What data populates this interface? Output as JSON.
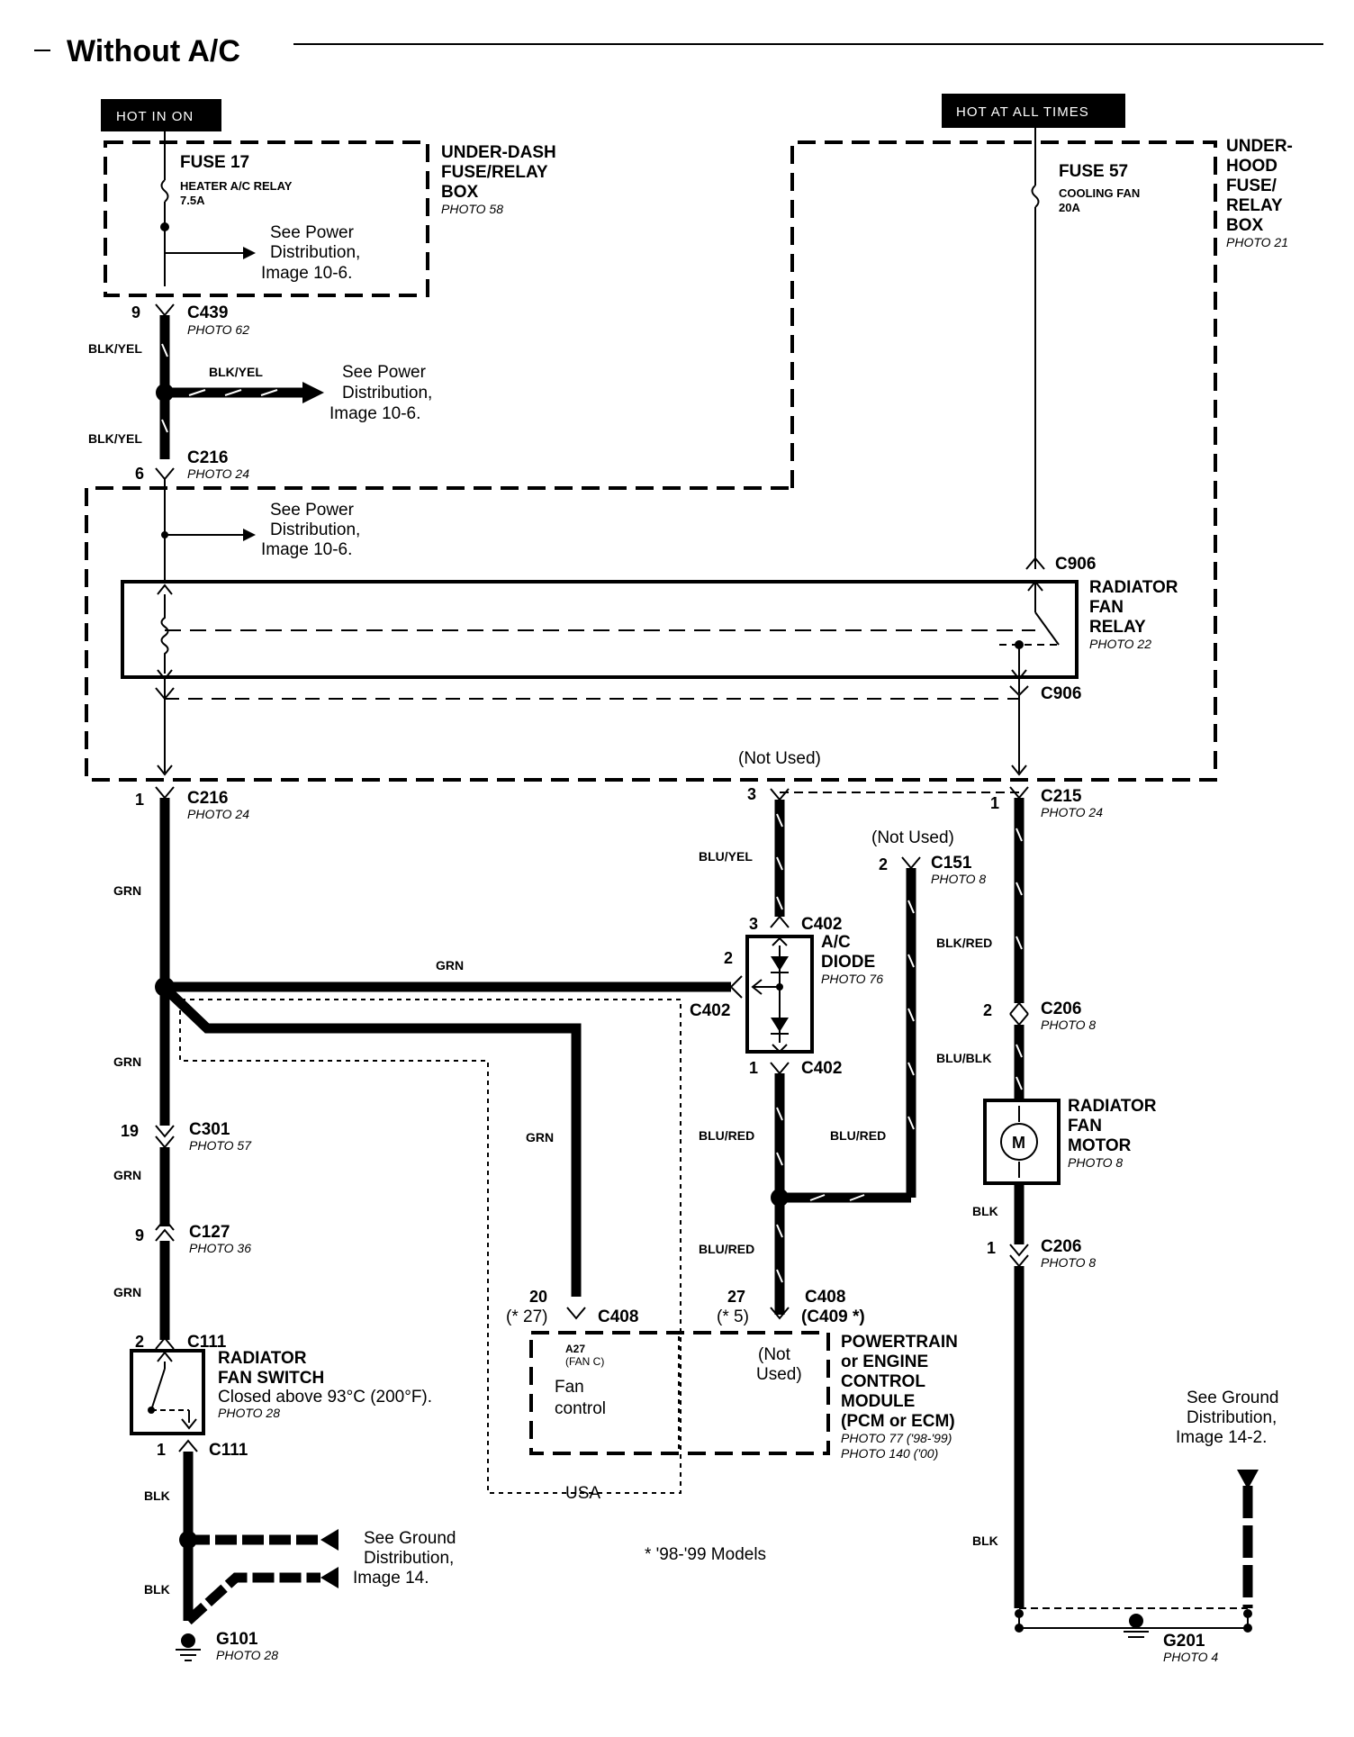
{
  "title": "Without A/C",
  "badges": {
    "hot_in_on": "HOT IN ON",
    "hot_at_all_times": "HOT AT ALL TIMES"
  },
  "fuse17": {
    "name": "FUSE 17",
    "desc": "HEATER A/C RELAY",
    "rating": "7.5A"
  },
  "fuse57": {
    "name": "FUSE 57",
    "desc": "COOLING FAN",
    "rating": "20A"
  },
  "under_dash_box": {
    "line1": "UNDER-DASH",
    "line2": "FUSE/RELAY",
    "line3": "BOX",
    "photo": "PHOTO 58"
  },
  "under_hood_box": {
    "line1": "UNDER-",
    "line2": "HOOD",
    "line3": "FUSE/",
    "line4": "RELAY",
    "line5": "BOX",
    "photo": "PHOTO 21"
  },
  "see_power": {
    "line1": "See Power",
    "line2": "Distribution,",
    "line3": "Image 10-6."
  },
  "see_ground_14": {
    "line1": "See Ground",
    "line2": "Distribution,",
    "line3": "Image 14."
  },
  "see_ground_14_2": {
    "line1": "See Ground",
    "line2": "Distribution,",
    "line3": "Image 14-2."
  },
  "connectors": {
    "c439": "C439",
    "c439_photo": "PHOTO 62",
    "c439_pin": "9",
    "c216a": "C216",
    "c216a_photo": "PHOTO 24",
    "c216a_pin": "6",
    "c906a": "C906",
    "c906b": "C906",
    "c216b": "C216",
    "c216b_photo": "PHOTO 24",
    "c216b_pin": "1",
    "c215": "C215",
    "c215_photo": "PHOTO 24",
    "c215_pin": "1",
    "c301": "C301",
    "c301_photo": "PHOTO 57",
    "c301_pin": "19",
    "c127": "C127",
    "c127_photo": "PHOTO 36",
    "c127_pin": "9",
    "c111a": "C111",
    "c111a_pin": "2",
    "c111b": "C111",
    "c111b_pin": "1",
    "c402a": "C402",
    "c402a_pin": "3",
    "c402b": "C402",
    "c402b_pin": "2",
    "c402c": "C402",
    "c402c_pin": "1",
    "c151": "C151",
    "c151_photo": "PHOTO 8",
    "c151_pin": "2",
    "c206a": "C206",
    "c206a_photo": "PHOTO 8",
    "c206a_pin": "2",
    "c206b": "C206",
    "c206b_photo": "PHOTO 8",
    "c206b_pin": "1",
    "c408a": "C408",
    "c408a_pin": "20",
    "c408a_alt": "(* 27)",
    "c408b": "C408",
    "c408b_alt": "(C409 *)",
    "c408b_pin": "27",
    "c408b_pin_alt": "(* 5)",
    "g101": "G101",
    "g101_photo": "PHOTO 28",
    "g201": "G201",
    "g201_photo": "PHOTO 4"
  },
  "wires": {
    "blk_yel": "BLK/YEL",
    "grn": "GRN",
    "blk": "BLK",
    "blu_yel": "BLU/YEL",
    "blu_red": "BLU/RED",
    "blk_red": "BLK/RED",
    "blu_blk": "BLU/BLK"
  },
  "relay": {
    "line1": "RADIATOR",
    "line2": "FAN",
    "line3": "RELAY",
    "photo": "PHOTO 22"
  },
  "fan_switch": {
    "line1": "RADIATOR",
    "line2": "FAN SWITCH",
    "desc": "Closed above 93°C (200°F).",
    "photo": "PHOTO 28"
  },
  "diode": {
    "line1": "A/C",
    "line2": "DIODE",
    "photo": "PHOTO 76"
  },
  "fan_motor": {
    "line1": "RADIATOR",
    "line2": "FAN",
    "line3": "MOTOR",
    "photo": "PHOTO 8",
    "symbol": "M"
  },
  "pcm": {
    "line1": "POWERTRAIN",
    "line2": "or ENGINE",
    "line3": "CONTROL",
    "line4": "MODULE",
    "line5": "(PCM or ECM)",
    "photo1": "PHOTO 77 ('98-'99)",
    "photo2": "PHOTO 140 ('00)",
    "pin_label": "A27",
    "pin_sub": "(FAN C)",
    "fan_control1": "Fan",
    "fan_control2": "control",
    "not_used1": "(Not",
    "not_used2": "Used)"
  },
  "not_used": "(Not Used)",
  "usa": "USA",
  "footnote": "* '98-'99 Models"
}
